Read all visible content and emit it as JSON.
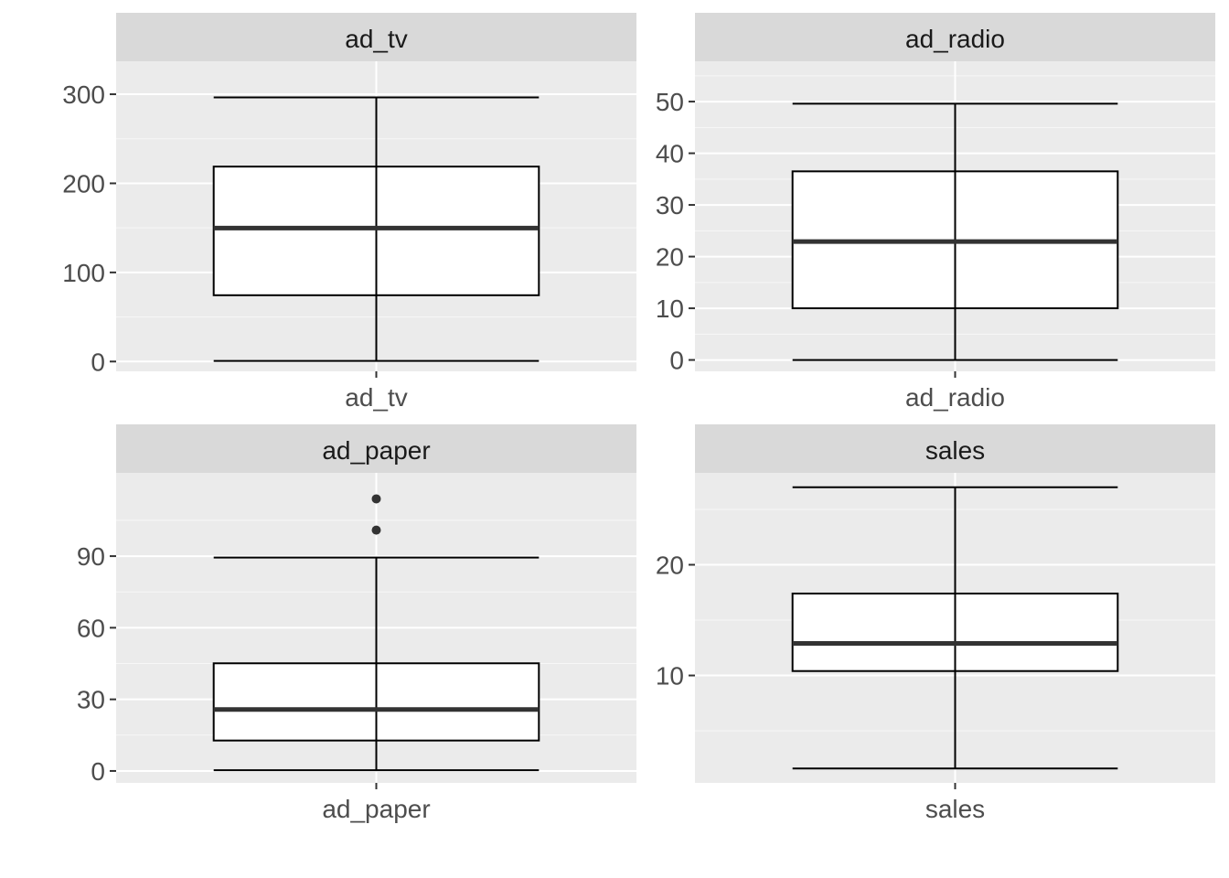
{
  "chart_data": [
    {
      "type": "boxplot",
      "title": "ad_tv",
      "categories": [
        "ad_tv"
      ],
      "yticks": [
        0,
        100,
        200,
        300
      ],
      "ytick_labels": [
        "0",
        "100",
        "200",
        "300"
      ],
      "ylim": [
        -11,
        337
      ],
      "stats": {
        "min": 0.7,
        "q1": 74.4,
        "median": 149.75,
        "q3": 218.8,
        "max": 296.4
      },
      "outliers": [],
      "grid": true
    },
    {
      "type": "boxplot",
      "title": "ad_radio",
      "categories": [
        "ad_radio"
      ],
      "yticks": [
        0,
        10,
        20,
        30,
        40,
        50
      ],
      "ytick_labels": [
        "0",
        "10",
        "20",
        "30",
        "40",
        "50"
      ],
      "ylim": [
        -2.2,
        57.8
      ],
      "stats": {
        "min": 0.0,
        "q1": 10.0,
        "median": 22.9,
        "q3": 36.5,
        "max": 49.6
      },
      "outliers": [],
      "grid": true
    },
    {
      "type": "boxplot",
      "title": "ad_paper",
      "categories": [
        "ad_paper"
      ],
      "yticks": [
        0,
        30,
        60,
        90
      ],
      "ytick_labels": [
        "0",
        "30",
        "60",
        "90"
      ],
      "ylim": [
        -5,
        124.9
      ],
      "stats": {
        "min": 0.3,
        "q1": 12.75,
        "median": 25.75,
        "q3": 45.1,
        "max": 89.4
      },
      "outliers": [
        100.9,
        114.0
      ],
      "grid": true
    },
    {
      "type": "boxplot",
      "title": "sales",
      "categories": [
        "sales"
      ],
      "yticks": [
        10,
        20
      ],
      "ytick_labels": [
        "10",
        "20"
      ],
      "ylim": [
        0.3,
        28.3
      ],
      "stats": {
        "min": 1.6,
        "q1": 10.4,
        "median": 12.9,
        "q3": 17.4,
        "max": 27.0
      },
      "outliers": [],
      "grid": true
    }
  ]
}
